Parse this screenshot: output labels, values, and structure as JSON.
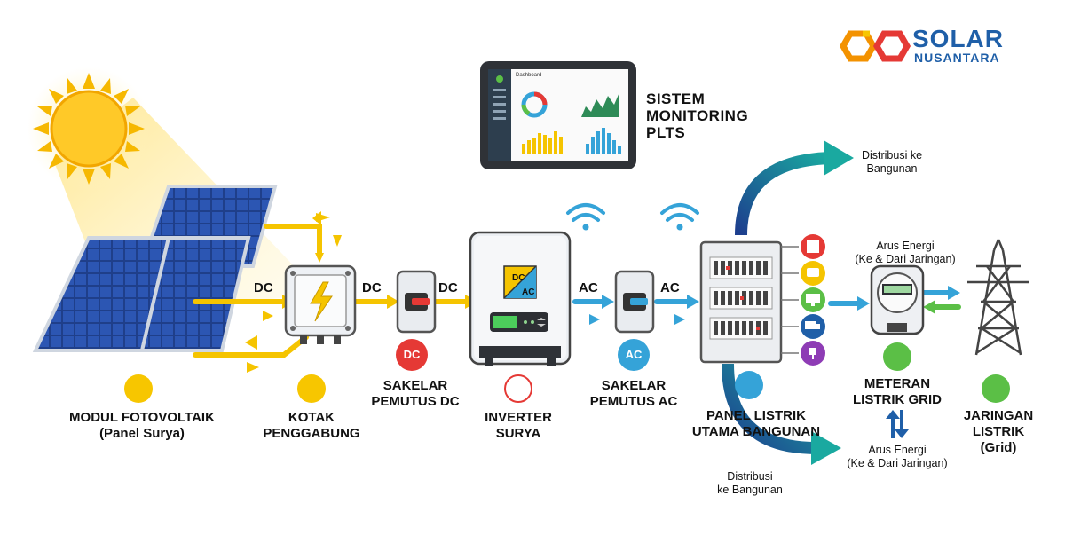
{
  "brand": {
    "line1": "SOLAR",
    "line2": "NUSANTARA",
    "colors": {
      "blue": "#1f5fa8",
      "orange": "#f39200",
      "red": "#e53935",
      "yellow": "#f7c600"
    }
  },
  "monitoring": {
    "title_lines": [
      "SISTEM",
      "MONITORING",
      "PLTS"
    ],
    "screen_header": "Dashboard"
  },
  "components": {
    "pv": {
      "lines": [
        "MODUL FOTOVOLTAIK",
        "(Panel Surya)"
      ]
    },
    "combiner": {
      "lines": [
        "KOTAK",
        "PENGGABUNG"
      ]
    },
    "dc_switch": {
      "badge": "DC",
      "lines": [
        "SAKELAR",
        "PEMUTUS DC"
      ]
    },
    "inverter": {
      "icon_top": "DC",
      "icon_bottom": "AC",
      "lines": [
        "INVERTER",
        "SURYA"
      ]
    },
    "ac_switch": {
      "badge": "AC",
      "lines": [
        "SAKELAR",
        "PEMUTUS AC"
      ]
    },
    "main_panel": {
      "lines": [
        "PANEL LISTRIK",
        "UTAMA BANGUNAN"
      ]
    },
    "meter": {
      "lines": [
        "METERAN",
        "LISTRIK GRID"
      ]
    },
    "grid": {
      "lines": [
        "JARINGAN",
        "LISTRIK",
        "(Grid)"
      ]
    }
  },
  "flow_labels": {
    "dc_left": "DC",
    "dc_mid": "DC",
    "dc_right": "DC",
    "ac_left": "AC",
    "ac_right": "AC"
  },
  "annotations": {
    "dist_top": [
      "Distribusi ke",
      "Bangunan"
    ],
    "dist_bottom": [
      "Distribusi",
      "ke Bangunan"
    ],
    "energy_top": [
      "Arus Energi",
      "(Ke & Dari Jaringan)"
    ],
    "energy_bottom": [
      "Arus Energi",
      "(Ke & Dari Jaringan)"
    ]
  },
  "icons": {
    "pv": "solar-panel-icon",
    "combiner": "junction-icon",
    "panel": "lightning-icon",
    "meter": "meter-icon",
    "grid": "tower-icon",
    "loads": [
      "building-icon",
      "lamp-icon",
      "monitor-icon",
      "truck-icon",
      "plug-icon"
    ],
    "wifi": "wifi-icon",
    "sun": "sun-icon"
  }
}
